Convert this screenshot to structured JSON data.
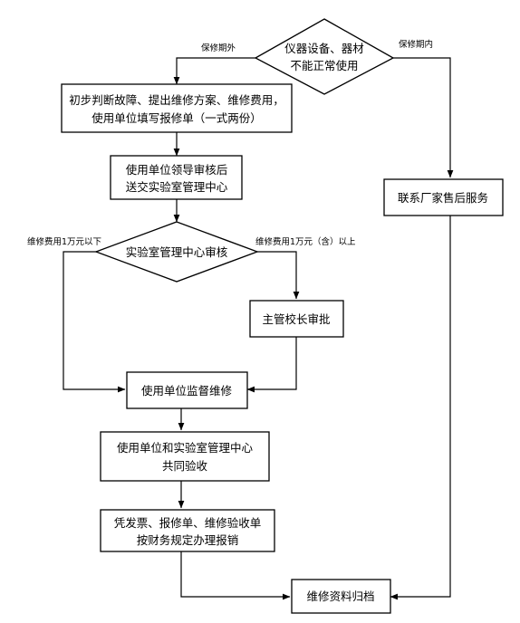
{
  "nodes": {
    "start": {
      "lines": [
        "仪器设备、器材",
        "不能正常使用"
      ]
    },
    "diagnose": {
      "lines": [
        "初步判断故障、提出维修方案、维修费用，",
        "使用单位填写报修单（一式两份）"
      ]
    },
    "leader_review": {
      "lines": [
        "使用单位领导审核后",
        "送交实验室管理中心"
      ]
    },
    "center_review": {
      "lines": [
        "实验室管理中心审核"
      ]
    },
    "principal_approve": {
      "lines": [
        "主管校长审批"
      ]
    },
    "supervise_repair": {
      "lines": [
        "使用单位监督维修"
      ]
    },
    "joint_acceptance": {
      "lines": [
        "使用单位和实验室管理中心",
        "共同验收"
      ]
    },
    "reimburse": {
      "lines": [
        "凭发票、报修单、维修验收单",
        "按财务规定办理报销"
      ]
    },
    "after_sales": {
      "lines": [
        "联系厂家售后服务"
      ]
    },
    "archive": {
      "lines": [
        "维修资料归档"
      ]
    }
  },
  "edge_labels": {
    "out_of_warranty": "保修期外",
    "in_warranty": "保修期内",
    "below_10k": "维修费用1万元以下",
    "above_10k": "维修费用1万元（含）以上"
  }
}
